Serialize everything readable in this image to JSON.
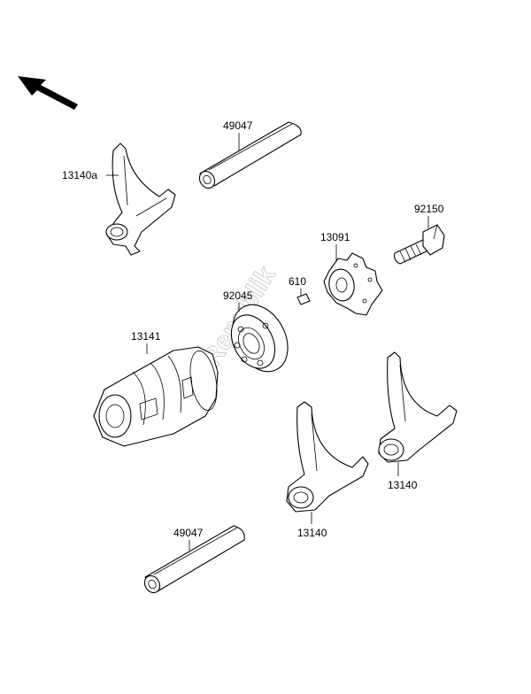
{
  "diagram": {
    "watermark": "PartsRepublik",
    "parts": [
      {
        "id": "p-13140a",
        "label": "13140a"
      },
      {
        "id": "p-49047-top",
        "label": "49047"
      },
      {
        "id": "p-92150",
        "label": "92150"
      },
      {
        "id": "p-13091",
        "label": "13091"
      },
      {
        "id": "p-610",
        "label": "610"
      },
      {
        "id": "p-92045",
        "label": "92045"
      },
      {
        "id": "p-13141",
        "label": "13141"
      },
      {
        "id": "p-13140-right",
        "label": "13140"
      },
      {
        "id": "p-13140-mid",
        "label": "13140"
      },
      {
        "id": "p-49047-bottom",
        "label": "49047"
      }
    ]
  }
}
